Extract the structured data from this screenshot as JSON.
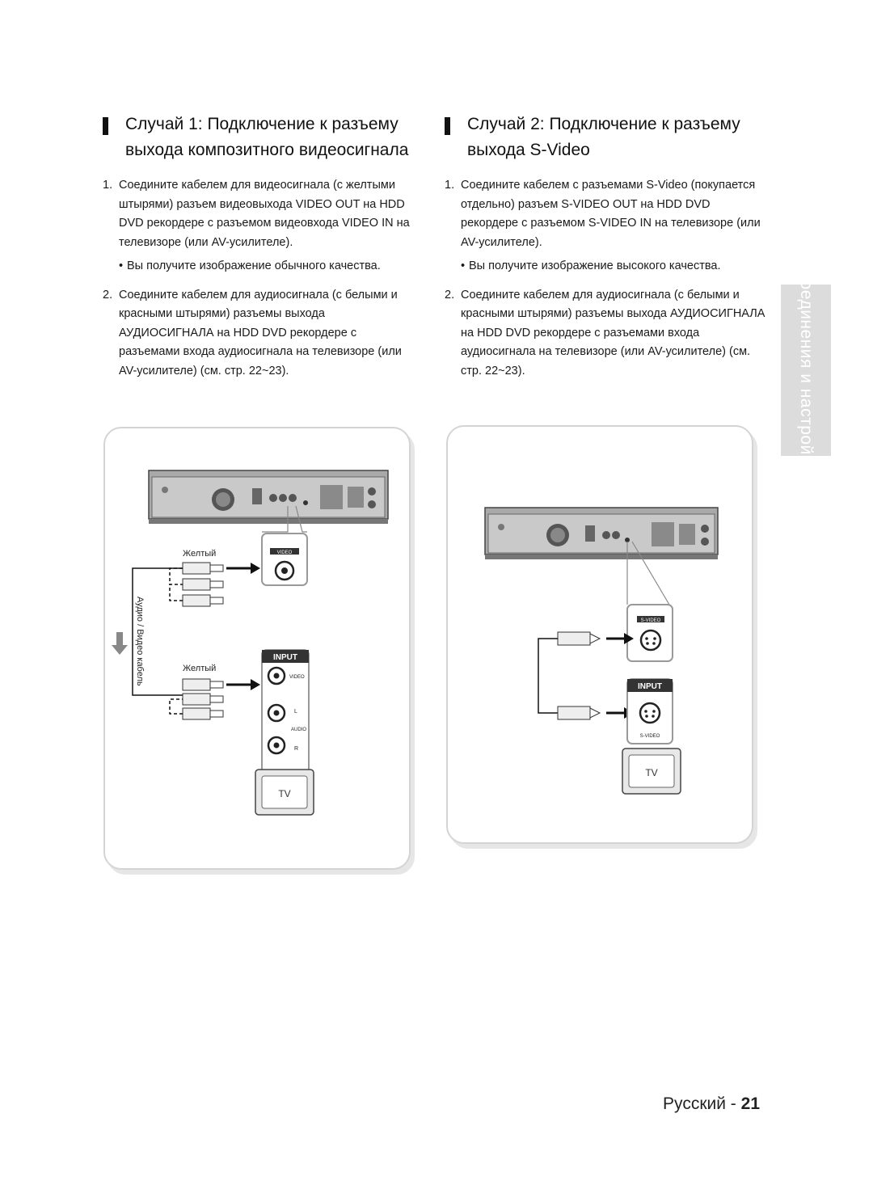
{
  "left": {
    "heading_line1": "Случай 1: Подключение к разъему",
    "heading_line2": "выхода композитного видеосигнала",
    "step1_num": "1.",
    "step1": "Соедините кабелем для видеосигнала (с желтыми штырями) разъем видеовыхода VIDEO OUT на HDD DVD рекордере с разъемом видеовхода VIDEO IN на телевизоре (или AV-усилителе).",
    "bullet": "Вы получите изображение обычного качества.",
    "step2_num": "2.",
    "step2": "Соедините кабелем для аудиосигнала (с белыми и красными штырями) разъемы выхода АУДИОСИГНАЛА на HDD DVD рекордере с разъемами входа аудиосигнала на телевизоре (или AV-усилителе) (см. стр. 22~23)."
  },
  "right": {
    "heading_line1": "Случай 2: Подключение к разъему",
    "heading_line2": "выхода S-Video",
    "step1_num": "1.",
    "step1": "Соедините кабелем с разъемами S-Video (покупается отдельно) разъем S-VIDEO OUT на HDD DVD рекордере с разъемом S-VIDEO IN на телевизоре (или AV-усилителе).",
    "bullet": "Вы получите изображение высокого качества.",
    "step2_num": "2.",
    "step2": "Соедините кабелем для аудиосигнала (с белыми и красными штырями) разъемы выхода АУДИОСИГНАЛА на HDD DVD рекордере с разъемами входа аудиосигнала на телевизоре (или AV-усилителе) (см. стр. 22~23)."
  },
  "diagram_left": {
    "yellow_label_top": "Желтый",
    "yellow_label_bottom": "Желтый",
    "cable_label": "Аудио / Видео кабель",
    "jack_label": "VIDEO",
    "input_label": "INPUT",
    "video_label": "VIDEO",
    "l_label": "L",
    "audio_label": "AUDIO",
    "r_label": "R",
    "tv_label": "TV"
  },
  "diagram_right": {
    "jack_label": "S-VIDEO",
    "input_label": "INPUT",
    "svideo_label": "S-VIDEO",
    "tv_label": "TV"
  },
  "side_tab": "Соединения и настройка",
  "footer": {
    "language": "Русский",
    "dash": " - ",
    "page": "21"
  },
  "colors": {
    "text": "#1a1a1a",
    "panel_border": "#d4d4d4",
    "device": "#9a9a9a",
    "tab": "#dcdcdc"
  }
}
